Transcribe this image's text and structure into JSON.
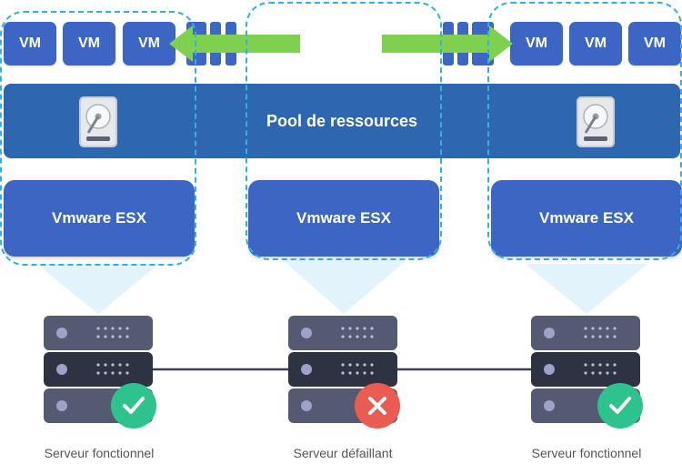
{
  "vm_label": "VM",
  "pool": {
    "label": "Pool de ressources"
  },
  "hosts": [
    {
      "esx_label": "Vmware ESX",
      "caption": "Serveur fonctionnel",
      "status": "ok"
    },
    {
      "esx_label": "Vmware ESX",
      "caption": "Serveur défaillant",
      "status": "failed"
    },
    {
      "esx_label": "Vmware ESX",
      "caption": "Serveur fonctionnel",
      "status": "ok"
    }
  ],
  "colors": {
    "vm_blue": "#3d65c4",
    "pool_blue": "#2f66b0",
    "migration_arrow": "#7ed04e",
    "dashed_outline": "#34aee3",
    "ok": "#2ec28f",
    "failed": "#ea5c52"
  },
  "icons": [
    "hard-drive-icon",
    "check-icon",
    "cross-icon",
    "server-rack-icon",
    "migration-arrow-icon"
  ]
}
